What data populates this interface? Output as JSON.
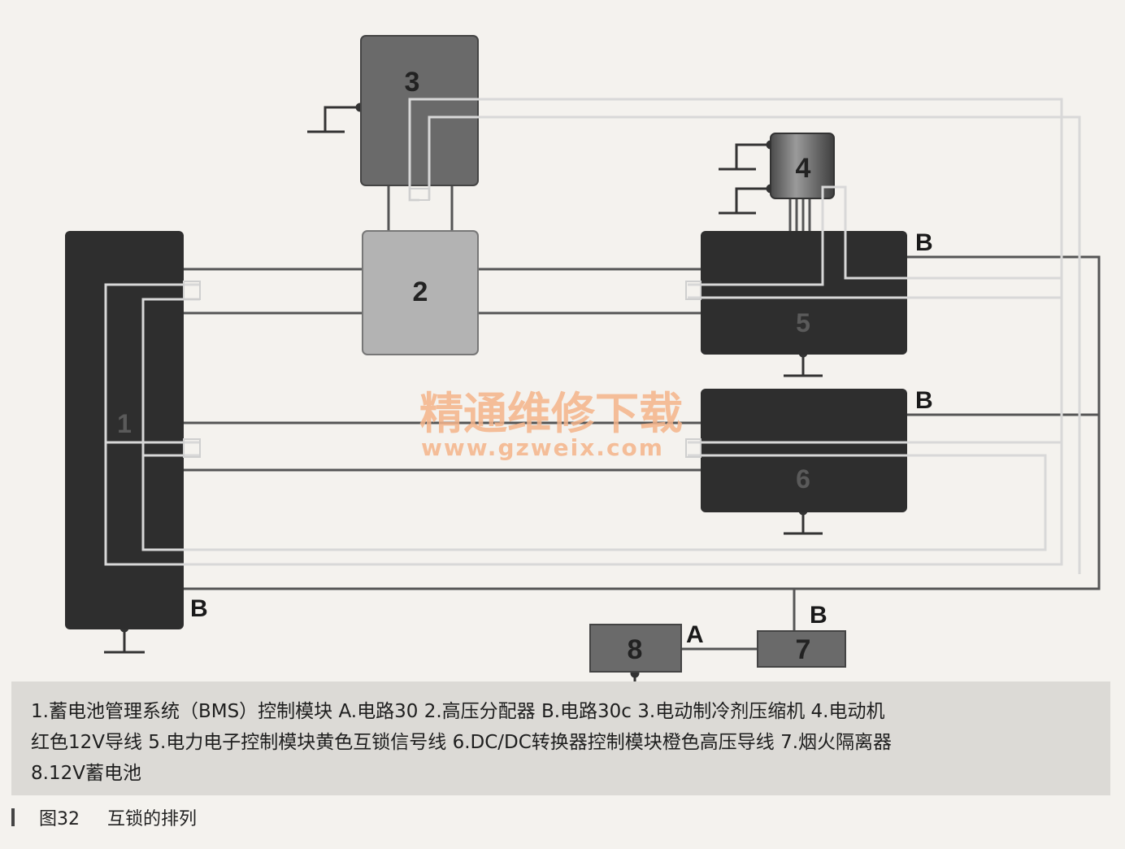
{
  "modules": {
    "m1": {
      "label": "1"
    },
    "m2": {
      "label": "2"
    },
    "m3": {
      "label": "3"
    },
    "m4": {
      "label": "4"
    },
    "m5": {
      "label": "5"
    },
    "m6": {
      "label": "6"
    },
    "m7": {
      "label": "7"
    },
    "m8": {
      "label": "8"
    }
  },
  "circuits": {
    "b_m1": "B",
    "b_m5": "B",
    "b_m6": "B",
    "b_m7": "B",
    "a_m8": "A"
  },
  "watermark": {
    "cn": "精通维修下载",
    "url": "www.gzweix.com"
  },
  "legend": {
    "line1": "1.蓄电池管理系统（BMS）控制模块 A.电路30 2.高压分配器 B.电路30c 3.电动制冷剂压缩机 4.电动机",
    "line2": "红色12V导线 5.电力电子控制模块黄色互锁信号线 6.DC/DC转换器控制模块橙色高压导线 7.烟火隔离器",
    "line3": "8.12V蓄电池"
  },
  "caption": {
    "figure": "图32",
    "title": "互锁的排列"
  },
  "colors": {
    "dark_module": "#2e2e2e",
    "mid_module": "#6a6a6a",
    "light_module": "#b3b3b3",
    "wire_dark": "#555555",
    "wire_light": "#d8d8d8",
    "watermark": "#f4b48a"
  }
}
